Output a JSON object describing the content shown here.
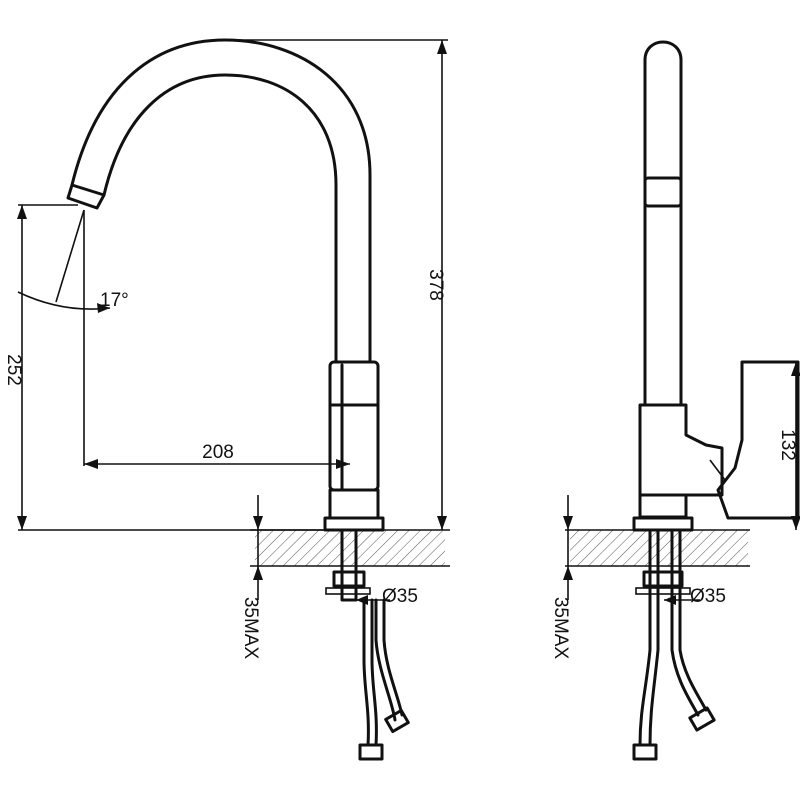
{
  "dimensions": {
    "total_height": "378",
    "spout_height": "252",
    "reach": "208",
    "angle": "17°",
    "handle_height": "132",
    "hole_diameter_front": "Ø35",
    "hole_diameter_side": "Ø35",
    "max_thickness_front": "35MAX",
    "max_thickness_side": "35MAX"
  },
  "colors": {
    "line": "#111111",
    "background": "#ffffff"
  }
}
